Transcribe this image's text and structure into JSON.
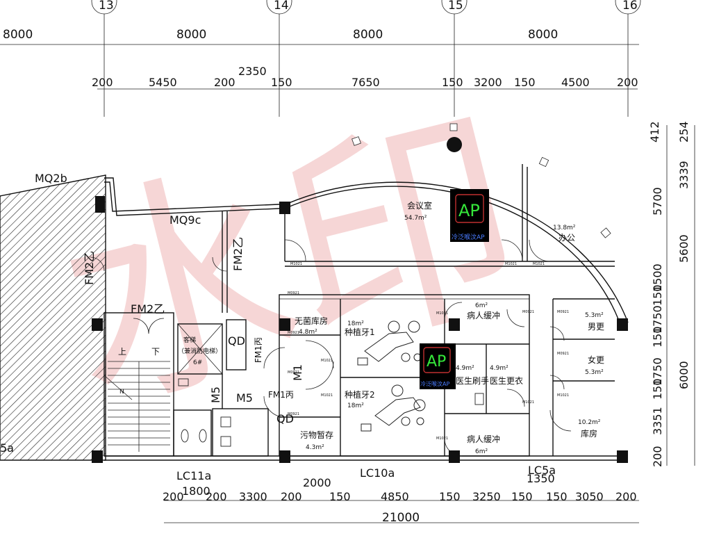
{
  "axes": {
    "top": [
      "13",
      "14",
      "15",
      "16"
    ]
  },
  "dims": {
    "top_row1": [
      "8000",
      "8000",
      "8000",
      "8000"
    ],
    "top_row2": [
      "200",
      "5450",
      "200",
      "2350",
      "150",
      "7650",
      "150",
      "3200",
      "150",
      "4500",
      "200"
    ],
    "bottom_row1": [
      "200",
      "1800",
      "200",
      "3300",
      "200",
      "150",
      "4850",
      "150",
      "3250",
      "150",
      "150",
      "3050",
      "200"
    ],
    "bottom_total": "21000",
    "bottom_mid": "2000",
    "bottom_right": "1350",
    "right_outer": [
      "412",
      "254",
      "3339",
      "5700",
      "5600",
      "1500",
      "150",
      "1750",
      "150",
      "1750",
      "6000",
      "150",
      "3351",
      "200"
    ]
  },
  "labels": {
    "mq2b": "MQ2b",
    "mq9c": "MQ9c",
    "fm2_left": "FM2乙",
    "fm2_stair": "FM2乙",
    "fm2_corr": "FM2乙",
    "lc11a": "LC11a",
    "lc10a": "LC10a",
    "lc5a": "LC5a",
    "m5": "M5",
    "m5v": "M5",
    "m1": "M1",
    "fm1a": "FM1丙",
    "fm1b": "FM1丙",
    "qd1": "QD",
    "qd2": "QD",
    "up": "上",
    "down": "下",
    "n": "N",
    "left_edge": "5a"
  },
  "rooms": {
    "meeting": {
      "name": "会议室",
      "area": "54.7m²"
    },
    "office": {
      "name": "办公",
      "area": "13.8m²"
    },
    "elevator": {
      "line1": "客梯",
      "line2": "（兼消防电梯）",
      "line3": "6#"
    },
    "sterile": {
      "name": "无菌库房",
      "area": "4.8m²"
    },
    "implant1": {
      "name": "种植牙1",
      "area": "18m²"
    },
    "implant2": {
      "name": "种植牙2",
      "area": "18m²"
    },
    "buffer_top": {
      "name": "病人缓冲",
      "area": "6m²"
    },
    "buffer_bot": {
      "name": "病人缓冲",
      "area": "6m²"
    },
    "male": {
      "name": "男更",
      "area": "5.3m²"
    },
    "female": {
      "name": "女更",
      "area": "5.3m²"
    },
    "scrub": {
      "name": "医生刷手",
      "area": "4.9m²"
    },
    "change": {
      "name": "医生更衣",
      "area": "4.9m²"
    },
    "storage": {
      "name": "库房",
      "area": "10.2m²"
    },
    "waste": {
      "name": "污物暂存",
      "area": "4.3m²"
    }
  },
  "door_tags": [
    "M1021",
    "M1021",
    "M1021",
    "M0921",
    "M0921",
    "M0921",
    "M0921",
    "M1021",
    "M1021",
    "M1021",
    "M1021",
    "M0921",
    "M0921",
    "M1021",
    "M1021",
    "M0921"
  ],
  "logo": {
    "text": "AP",
    "caption": "冷泛喉汶AP"
  },
  "watermark": "水印",
  "colors": {
    "watermark": "#e8a8a8",
    "logo_bg": "#000000",
    "logo_text": "#35e63a",
    "logo_border": "#c03030",
    "caption": "#4a7cff",
    "column": "#111111"
  }
}
